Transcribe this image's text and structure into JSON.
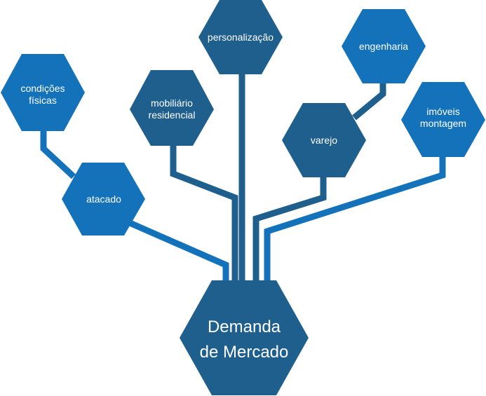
{
  "colors": {
    "dark_blue": "#1f5f8e",
    "light_blue": "#1372b9",
    "label": "#ffffff"
  },
  "center": {
    "line1": "Demanda",
    "line2": "de Mercado"
  },
  "nodes": {
    "condicoes": {
      "line1": "condições",
      "line2": "físicas"
    },
    "atacado": {
      "line1": "atacado"
    },
    "mobiliario": {
      "line1": "mobiliário",
      "line2": "residencial"
    },
    "personalizacao": {
      "line1": "personalização"
    },
    "engenharia": {
      "line1": "engenharia"
    },
    "varejo": {
      "line1": "varejo"
    },
    "imoveis": {
      "line1": "imóveis",
      "line2": "montagem"
    }
  }
}
